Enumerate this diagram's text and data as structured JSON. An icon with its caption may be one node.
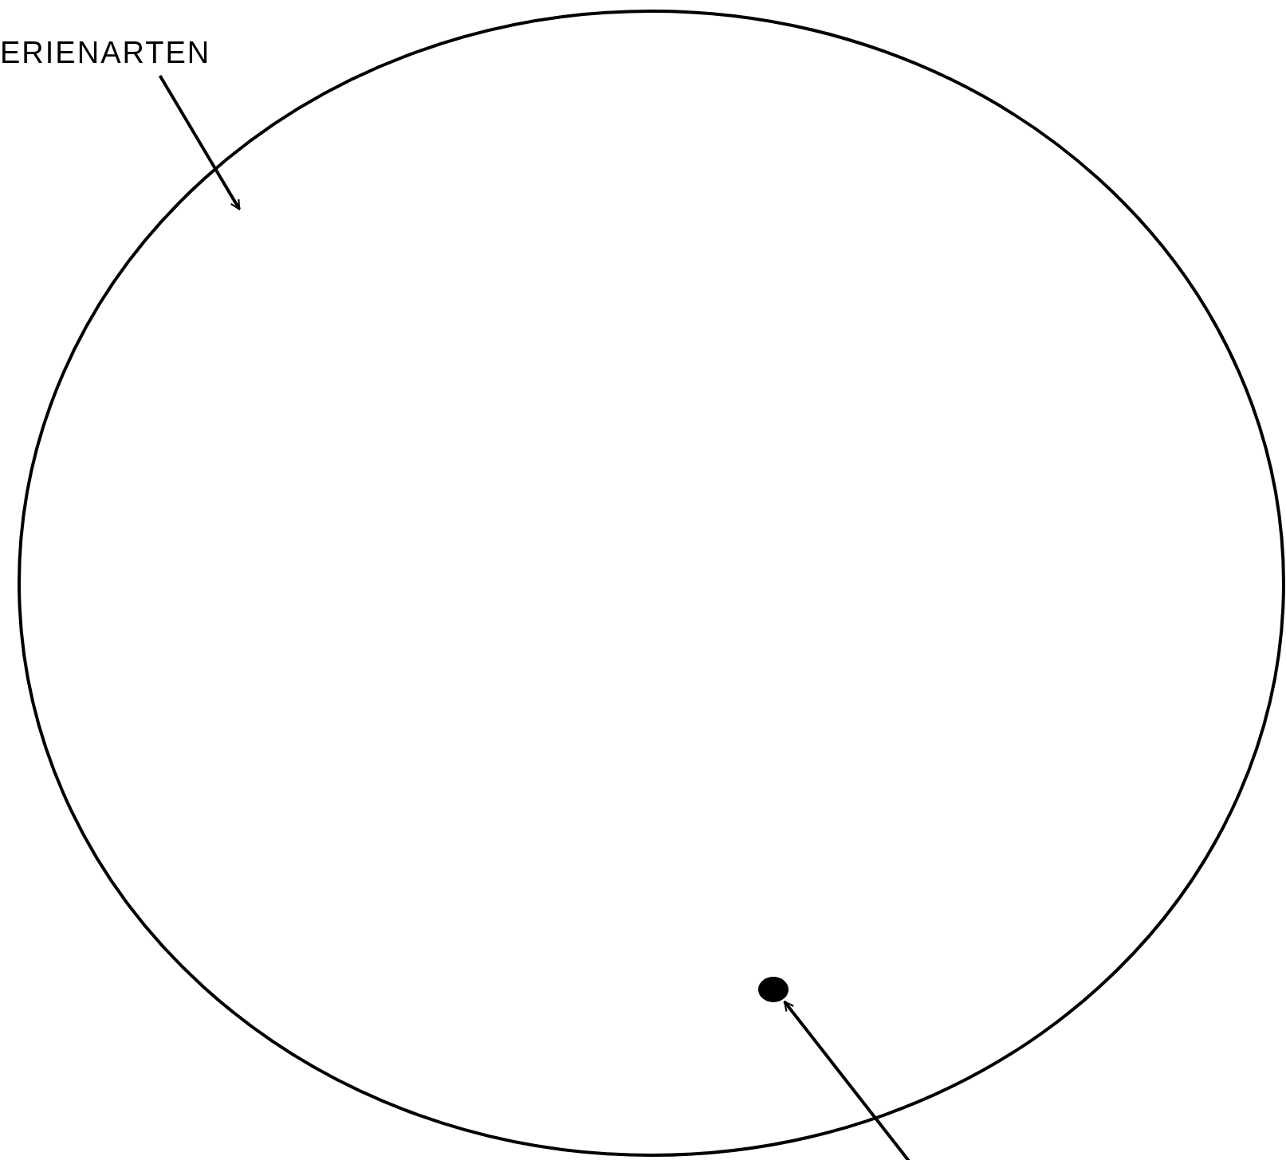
{
  "diagram": {
    "nodes": [
      {
        "text": [
          "ERIENARTEN"
        ]
      },
      {
        "text": [],
        "shape": "circle"
      },
      {
        "text": [],
        "shape": "circle",
        "in": 1
      }
    ],
    "edges": [
      {
        "from": 0,
        "to": 1,
        "arrow": "to"
      },
      {
        "from": null,
        "to": 2,
        "arrow": "to"
      }
    ]
  }
}
